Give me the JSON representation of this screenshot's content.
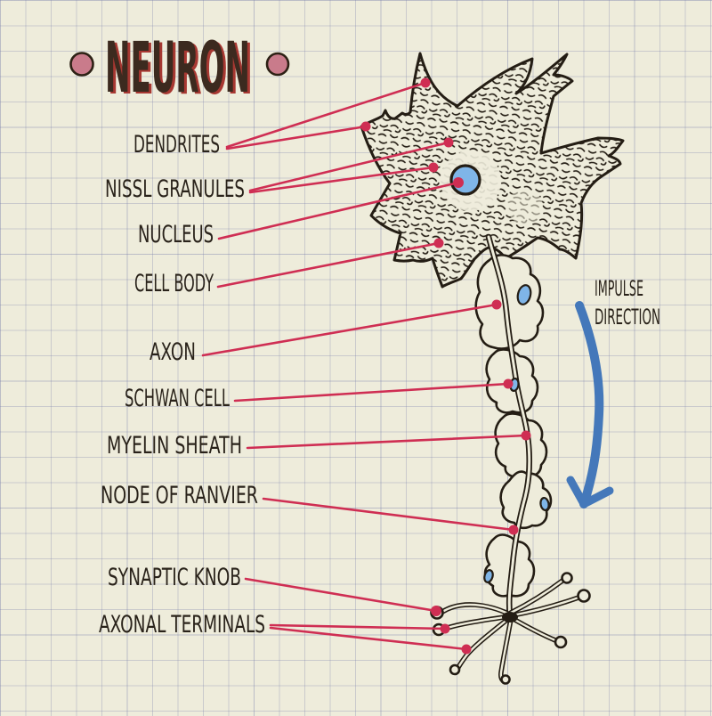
{
  "title": {
    "text": "NEURON"
  },
  "labels": {
    "dendrites": "DENDRITES",
    "nissl_granules": "NISSL GRANULES",
    "nucleus": "NUCLEUS",
    "cell_body": "CELL BODY",
    "axon": "AXON",
    "schwan_cell": "SCHWAN CELL",
    "myelin_sheath": "MYELIN SHEATH",
    "node_of_ranvier": "NODE OF RANVIER",
    "synaptic_knob": "SYNAPTIC KNOB",
    "axonal_terminals": "AXONAL TERMINALS"
  },
  "annotations": {
    "impulse_line1": "IMPULSE",
    "impulse_line2": "DIRECTION"
  },
  "colors": {
    "paper": "#eeecdb",
    "grid_line": "#c9cdde",
    "ink": "#241d14",
    "leader_red": "#cf2e53",
    "nucleus_blue": "#7fb5e8",
    "impulse_arrow_blue": "#4478ba",
    "title_brown": "#3c2a1f",
    "title_accent_red": "#a83832",
    "title_dot_pink": "#c97b8b"
  }
}
